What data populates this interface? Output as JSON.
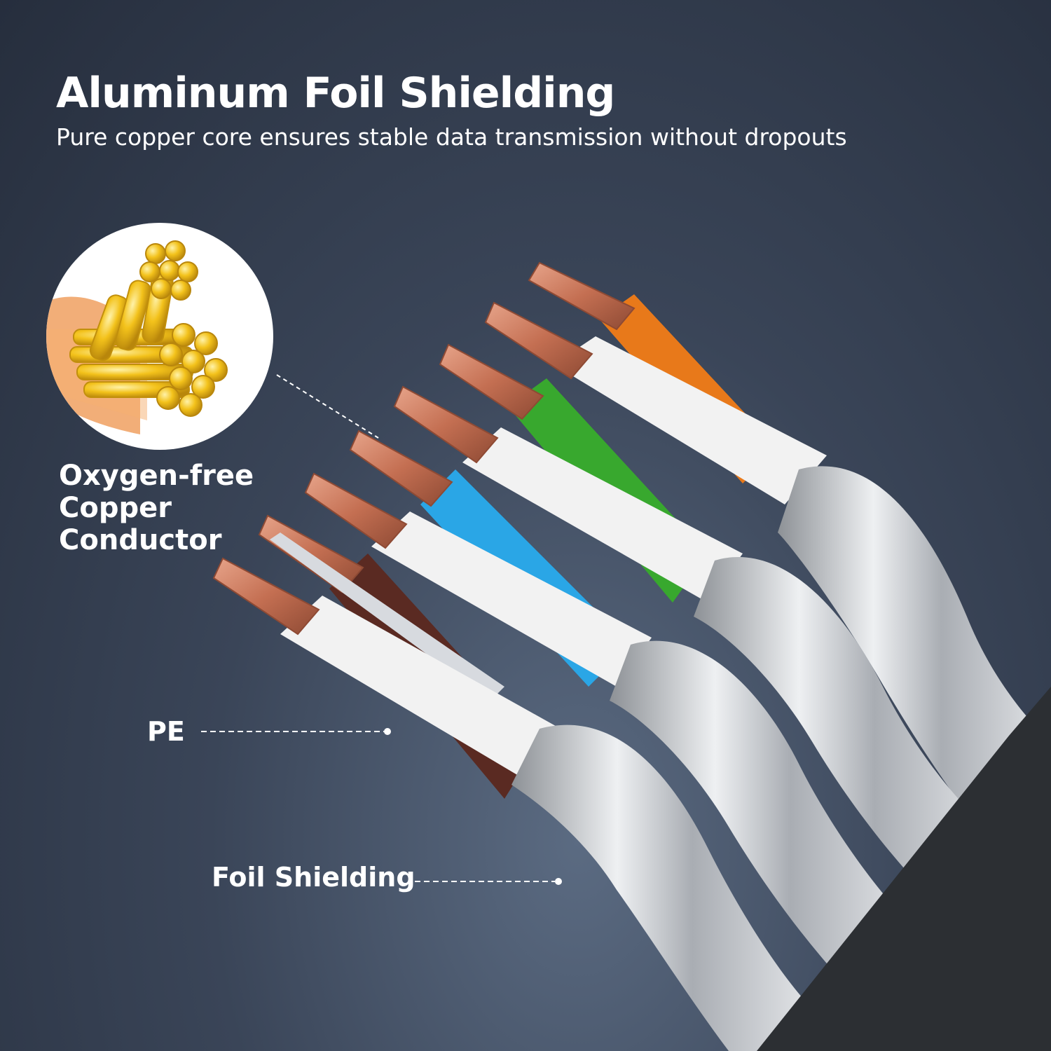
{
  "header": {
    "title": "Aluminum Foil Shielding",
    "subtitle": "Pure copper core ensures stable data transmission without dropouts"
  },
  "callouts": {
    "conductor_line1": "Oxygen-free",
    "conductor_line2": "Copper",
    "conductor_line3": "Conductor",
    "pe": "PE",
    "foil": "Foil Shielding"
  },
  "colors": {
    "insulation_orange": "#e8791a",
    "insulation_white": "#f2f2f2",
    "insulation_green": "#38a82e",
    "insulation_blue": "#2aa6e6",
    "insulation_brown": "#5a2a22",
    "copper": "#c9785a",
    "foil": "#c9ccd1",
    "gold": "#f2c21a"
  }
}
